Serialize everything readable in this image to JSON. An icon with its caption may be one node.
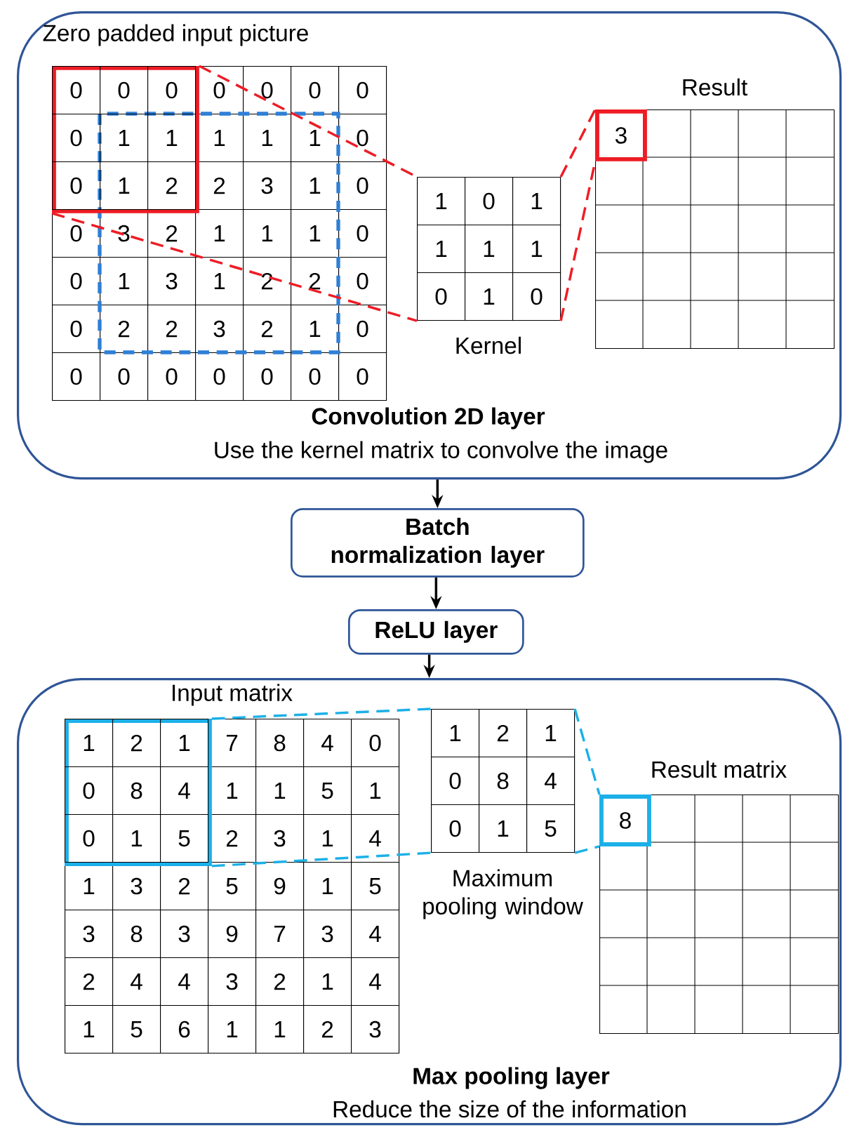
{
  "diagram": {
    "nodes": [
      {
        "text": [
          "Convolution 2D layer",
          "Use the kernel matrix to convolve the image"
        ]
      },
      {
        "text": [
          "Zero padded input picture",
          "0",
          "0",
          "0",
          "0",
          "1",
          "1",
          "1",
          "0",
          "2",
          "3",
          "1",
          "0",
          "0",
          "3",
          "2",
          "1",
          "1",
          "1",
          "0",
          "0",
          "1",
          "3",
          "1",
          "2",
          "2",
          "0",
          "0",
          "2",
          "2",
          "3",
          "2",
          "1",
          "0",
          "0",
          "0",
          "0",
          "0",
          "0",
          "0",
          "0"
        ],
        "in": 0
      },
      {
        "text": [
          "0",
          "0",
          "0",
          "0",
          "1",
          "1",
          "0",
          "1",
          "2"
        ],
        "in": 1
      },
      {
        "text": [
          "Kernel",
          "1",
          "0",
          "1",
          "1",
          "1",
          "1",
          "0",
          "1",
          "0"
        ],
        "in": 0
      },
      {
        "text": [
          "Result"
        ],
        "in": 0
      },
      {
        "text": [
          "3"
        ],
        "in": 4
      },
      {
        "text": [
          "Batch normalization layer"
        ]
      },
      {
        "text": [
          "ReLU layer"
        ]
      },
      {
        "text": [
          "Max pooling layer",
          "Reduce the size of the information"
        ]
      },
      {
        "text": [
          "Input matrix",
          "7",
          "8",
          "4",
          "0",
          "1",
          "1",
          "5",
          "1",
          "2",
          "3",
          "1",
          "4",
          "1",
          "3",
          "2",
          "5",
          "9",
          "1",
          "5",
          "3",
          "8",
          "3",
          "9",
          "7",
          "3",
          "4",
          "2",
          "4",
          "4",
          "3",
          "2",
          "1",
          "4",
          "1",
          "5",
          "6",
          "1",
          "1",
          "2",
          "3"
        ],
        "in": 8
      },
      {
        "text": [
          "1",
          "2",
          "1",
          "0",
          "8",
          "4",
          "0",
          "1",
          "5"
        ],
        "in": 9
      },
      {
        "text": [
          "Maximum pooling window",
          "1",
          "2",
          "1",
          "0",
          "8",
          "4",
          "0",
          "1",
          "5"
        ],
        "in": 8
      },
      {
        "text": [
          "Result matrix"
        ],
        "in": 8
      },
      {
        "text": [
          "8"
        ],
        "in": 12
      }
    ],
    "edges": [
      {
        "from": 0,
        "to": 6,
        "arrow": "to",
        "color": "#000000"
      },
      {
        "from": 6,
        "to": 7,
        "arrow": "to",
        "color": "#000000"
      },
      {
        "from": 7,
        "to": 8,
        "arrow": "to",
        "color": "#000000"
      },
      {
        "from": 2,
        "to": 3,
        "arrow": "none",
        "style": "dashed",
        "color": "#ee1c25"
      },
      {
        "from": 2,
        "to": 3,
        "arrow": "none",
        "style": "dashed",
        "color": "#ee1c25"
      },
      {
        "from": 3,
        "to": 5,
        "arrow": "none",
        "style": "dashed",
        "color": "#ee1c25"
      },
      {
        "from": 3,
        "to": 5,
        "arrow": "none",
        "style": "dashed",
        "color": "#ee1c25"
      },
      {
        "from": 10,
        "to": 11,
        "arrow": "none",
        "style": "dashed",
        "color": "#1cb0e8"
      },
      {
        "from": 10,
        "to": 11,
        "arrow": "none",
        "style": "dashed",
        "color": "#1cb0e8"
      },
      {
        "from": 11,
        "to": 13,
        "arrow": "none",
        "style": "dashed",
        "color": "#1cb0e8"
      },
      {
        "from": 11,
        "to": 13,
        "arrow": "none",
        "style": "dashed",
        "color": "#1cb0e8"
      }
    ]
  }
}
